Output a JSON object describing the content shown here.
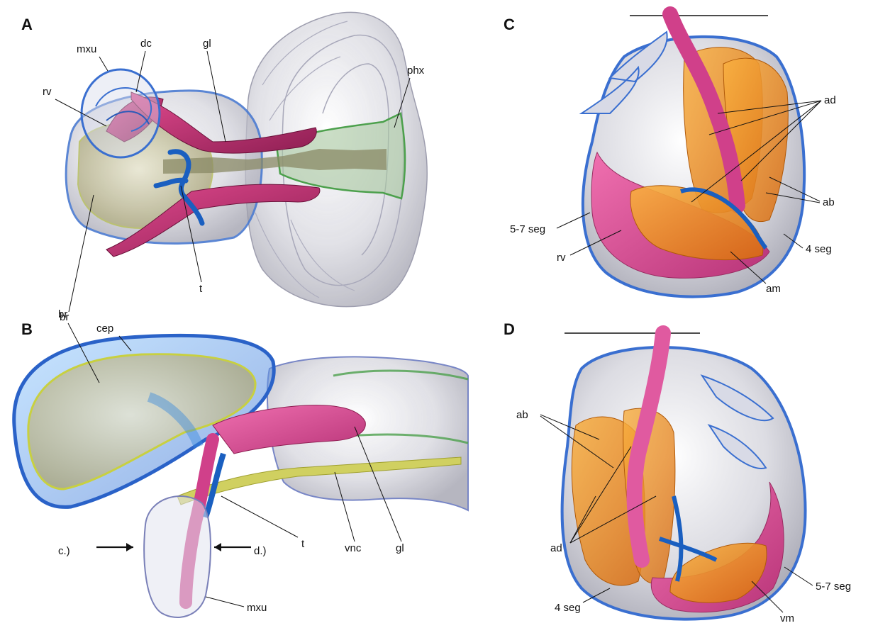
{
  "panels": [
    {
      "letter": "A",
      "labels": [
        "mxu",
        "dc",
        "gl",
        "phx",
        "rv",
        "br",
        "t"
      ]
    },
    {
      "letter": "B",
      "labels": [
        "br",
        "cep",
        "t",
        "vnc",
        "gl",
        "c.)",
        "d.)",
        "mxu"
      ]
    },
    {
      "letter": "C",
      "labels": [
        "ad",
        "ab",
        "5-7 seg",
        "4 seg",
        "rv",
        "am"
      ]
    },
    {
      "letter": "D",
      "labels": [
        "ab",
        "ad",
        "4 seg",
        "5-7 seg",
        "vm"
      ]
    }
  ],
  "colors": {
    "gland_magenta": "#c0306e",
    "muscle_orange": "#f08a1c",
    "cuticle_blue": "#3a6fd0",
    "brain_olive": "#c9c58e",
    "pharynx_green": "#5aa85a",
    "tissue_grey": "#c8c8d0"
  }
}
